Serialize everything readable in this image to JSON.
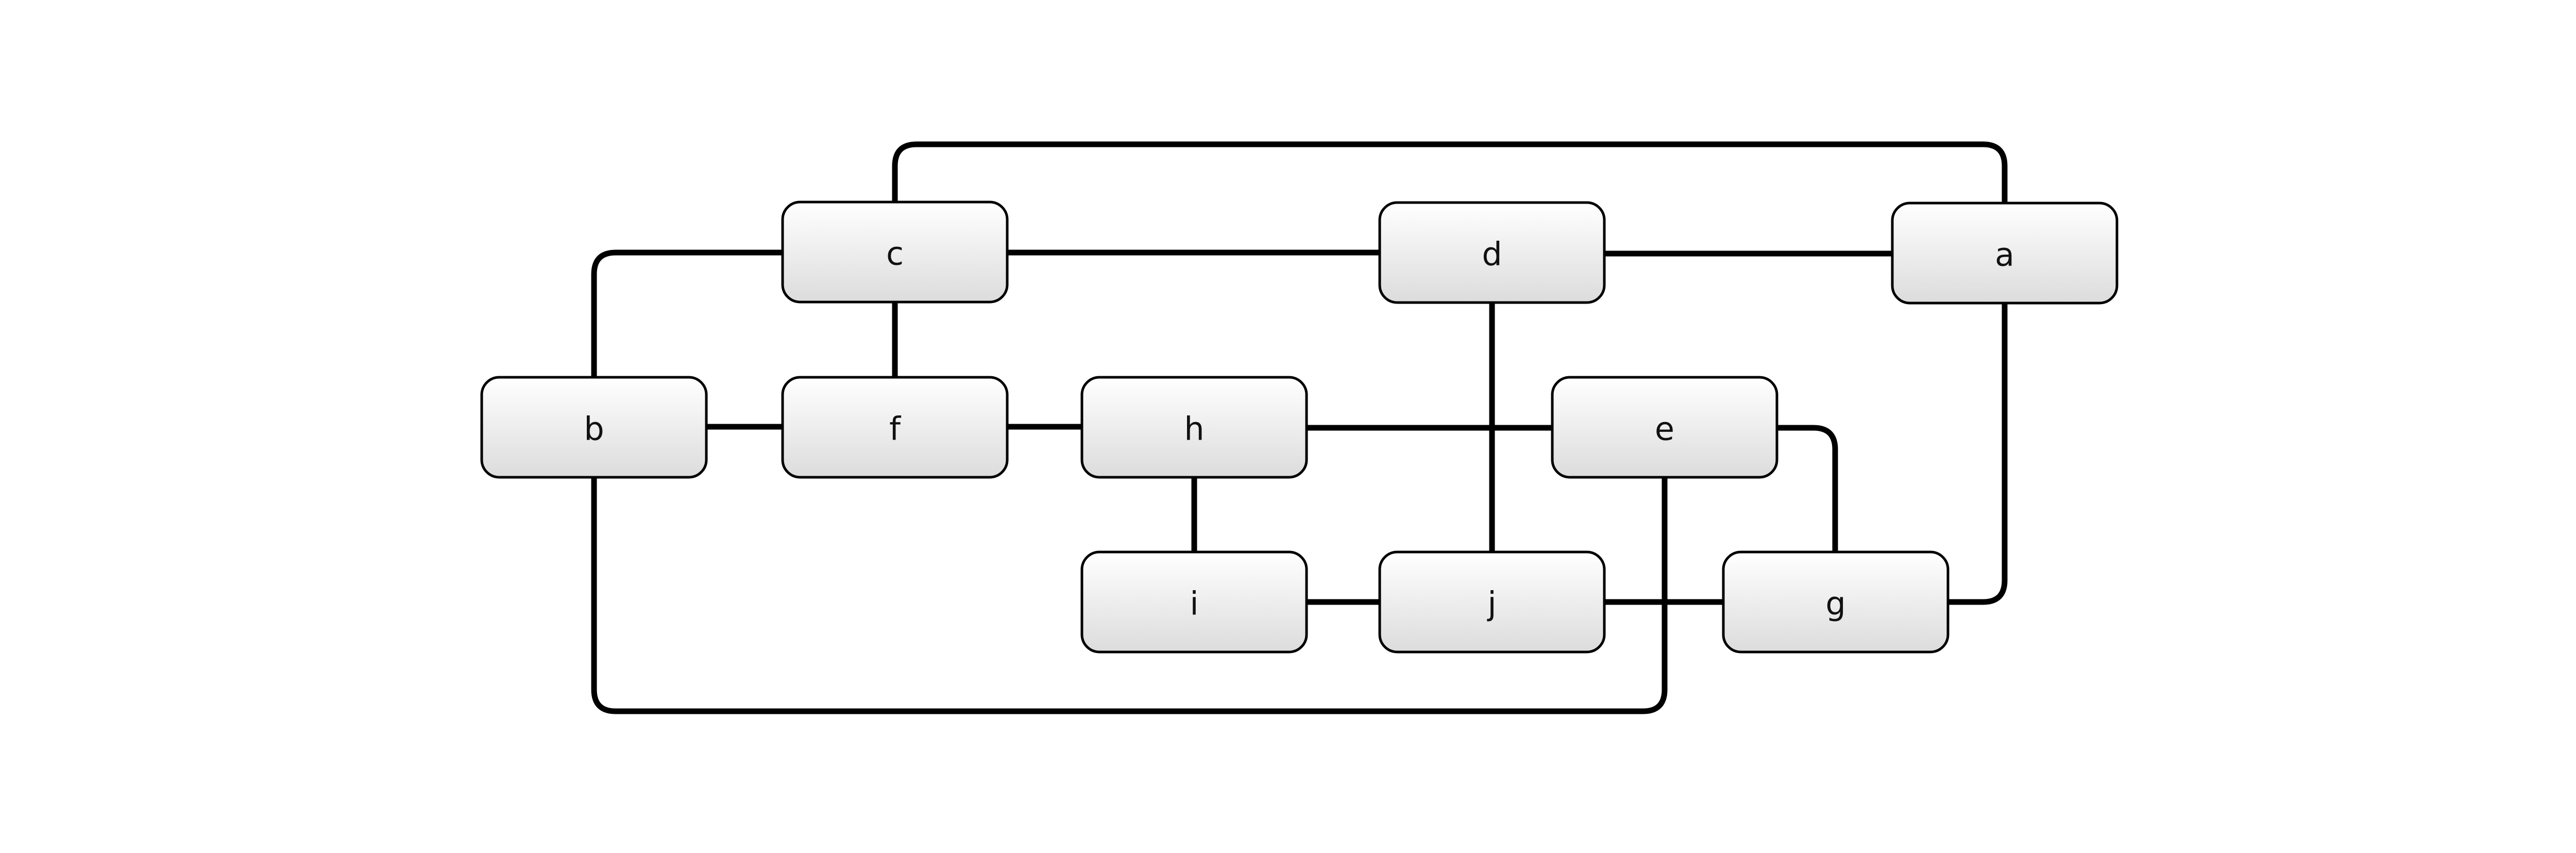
{
  "diagram": {
    "type": "graph",
    "nodes": [
      {
        "id": "a",
        "label": "a"
      },
      {
        "id": "b",
        "label": "b"
      },
      {
        "id": "c",
        "label": "c"
      },
      {
        "id": "d",
        "label": "d"
      },
      {
        "id": "e",
        "label": "e"
      },
      {
        "id": "f",
        "label": "f"
      },
      {
        "id": "g",
        "label": "g"
      },
      {
        "id": "h",
        "label": "h"
      },
      {
        "id": "i",
        "label": "i"
      },
      {
        "id": "j",
        "label": "j"
      }
    ],
    "edges": [
      {
        "from": "c",
        "to": "a"
      },
      {
        "from": "c",
        "to": "d"
      },
      {
        "from": "d",
        "to": "a"
      },
      {
        "from": "c",
        "to": "b"
      },
      {
        "from": "c",
        "to": "f"
      },
      {
        "from": "b",
        "to": "f"
      },
      {
        "from": "f",
        "to": "h"
      },
      {
        "from": "h",
        "to": "e"
      },
      {
        "from": "h",
        "to": "i"
      },
      {
        "from": "d",
        "to": "j"
      },
      {
        "from": "i",
        "to": "j"
      },
      {
        "from": "j",
        "to": "g"
      },
      {
        "from": "e",
        "to": "g"
      },
      {
        "from": "g",
        "to": "a"
      },
      {
        "from": "b",
        "to": "e"
      }
    ]
  }
}
